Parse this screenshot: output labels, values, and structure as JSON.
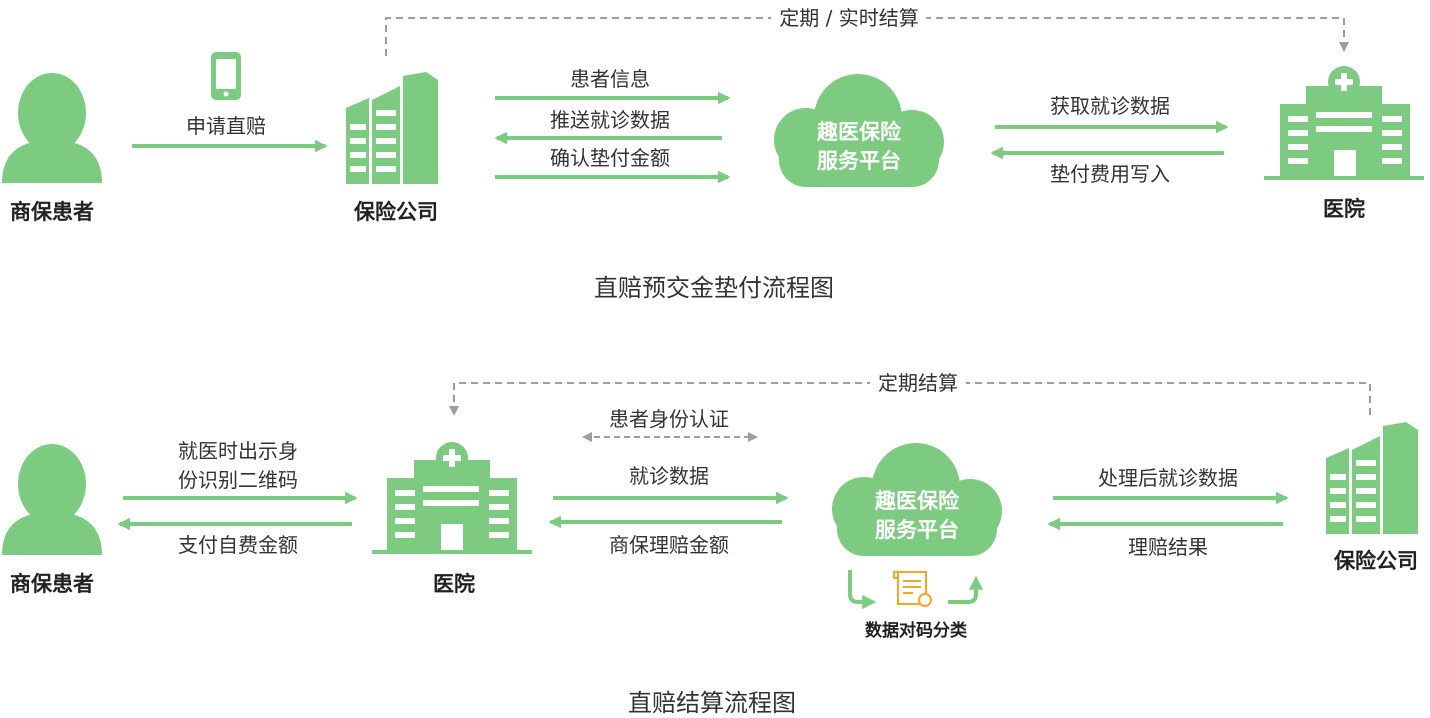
{
  "colors": {
    "green": "#7dcb80",
    "dash": "#9e9e9e",
    "doc_orange": "#f5a623",
    "text": "#333333"
  },
  "top": {
    "title": "直赔预交金垫付流程图",
    "patient": "商保患者",
    "apply": "申请直赔",
    "insurer": "保险公司",
    "platform_line1": "趣医保险",
    "platform_line2": "服务平台",
    "hospital": "医院",
    "settlement": "定期 / 实时结算",
    "ins_plat_arrows": [
      "患者信息",
      "推送就诊数据",
      "确认垫付金额"
    ],
    "plat_hosp_arrows": [
      "获取就诊数据",
      "垫付费用写入"
    ],
    "icons": [
      "person-icon",
      "phone-icon",
      "building-icon",
      "cloud-icon",
      "hospital-icon"
    ]
  },
  "bottom": {
    "title": "直赔结算流程图",
    "patient": "商保患者",
    "show_qr_line1": "就医时出示身",
    "show_qr_line2": "份识别二维码",
    "self_pay": "支付自费金额",
    "hospital": "医院",
    "identity": "患者身份认证",
    "visit_data": "就诊数据",
    "claim_amount": "商保理赔金额",
    "platform_line1": "趣医保险",
    "platform_line2": "服务平台",
    "mapping": "数据对码分类",
    "processed": "处理后就诊数据",
    "result": "理赔结果",
    "insurer": "保险公司",
    "settlement": "定期结算",
    "icons": [
      "person-icon",
      "hospital-icon",
      "cloud-icon",
      "document-icon",
      "building-icon"
    ]
  }
}
